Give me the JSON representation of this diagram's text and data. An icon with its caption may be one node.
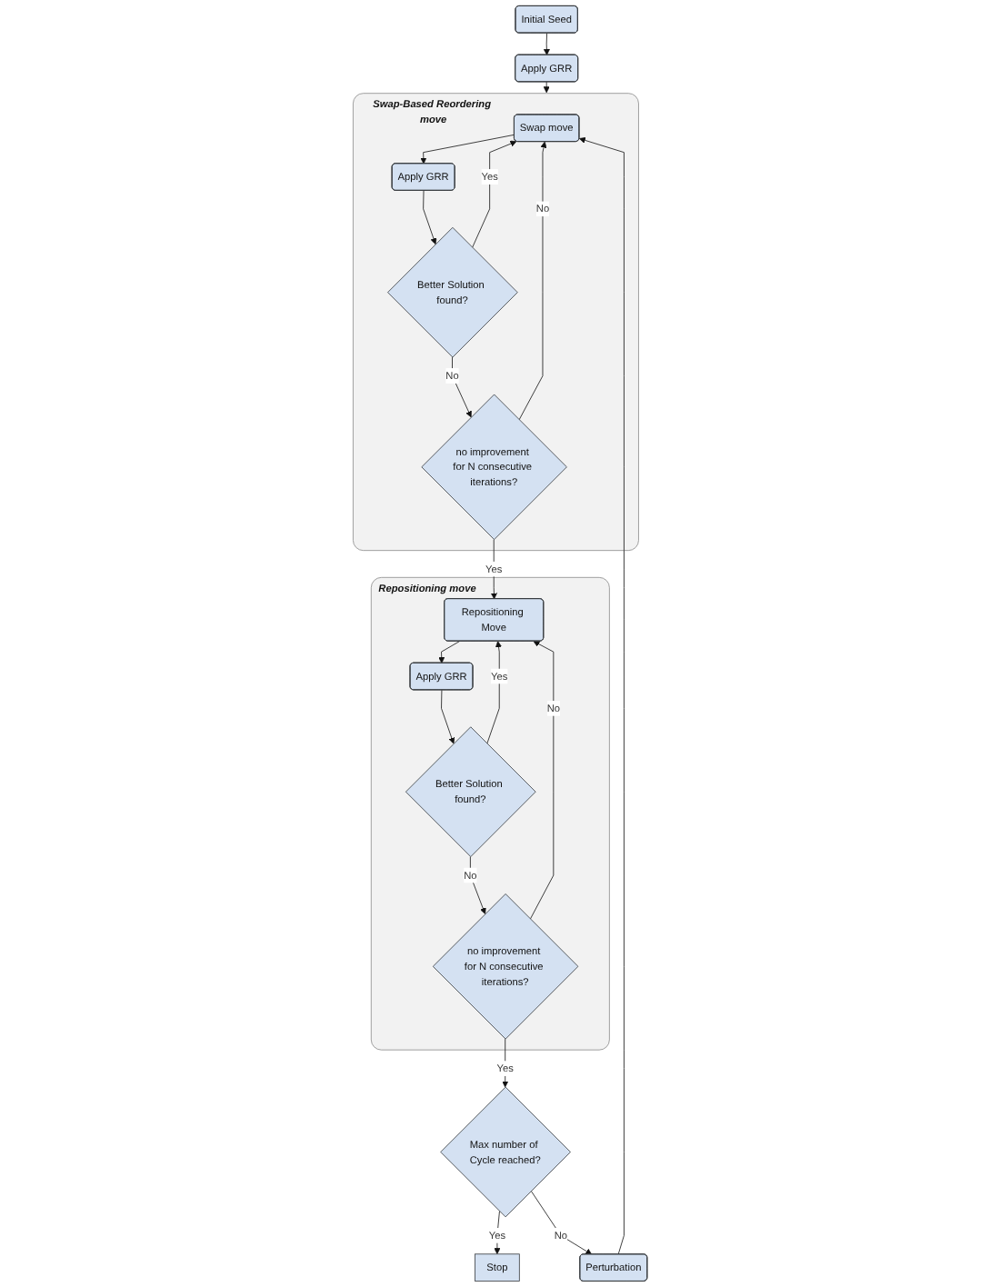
{
  "diagram": {
    "nodes": [
      {
        "text": [
          "Initial Seed"
        ]
      },
      {
        "text": [
          "Apply GRR"
        ]
      },
      {
        "text": [
          "Swap-Based Reordering move"
        ]
      },
      {
        "text": [
          "Swap move"
        ],
        "in": 2
      },
      {
        "text": [
          "Apply GRR"
        ],
        "in": 2
      },
      {
        "text": [
          "Better Solution found?"
        ],
        "in": 2
      },
      {
        "text": [
          "no improvement for N consecutive iterations?"
        ],
        "in": 2
      },
      {
        "text": [
          "Repositioning move"
        ]
      },
      {
        "text": [
          "no improvement for N consecutive iterations?"
        ],
        "in": 7
      },
      {
        "text": [
          "Better Solution found?"
        ],
        "in": 7
      },
      {
        "text": [
          "Apply GRR"
        ],
        "in": 7
      },
      {
        "text": [
          "Repositioning Move"
        ],
        "in": 7
      },
      {
        "text": [
          "Max number of Cycle reached?"
        ]
      },
      {
        "text": [
          "Stop"
        ]
      },
      {
        "text": [
          "Perturbation"
        ]
      }
    ],
    "edges": [
      {
        "from": 0,
        "to": 1,
        "arrow": "to"
      },
      {
        "from": 1,
        "to": 2,
        "arrow": "to"
      },
      {
        "from": 3,
        "to": 4,
        "arrow": "to"
      },
      {
        "from": 4,
        "to": 5,
        "arrow": "to"
      },
      {
        "from": 5,
        "to": 3,
        "label": "Yes",
        "arrow": "to"
      },
      {
        "from": 5,
        "to": 6,
        "label": "No",
        "arrow": "to"
      },
      {
        "from": 6,
        "to": 3,
        "label": "No",
        "arrow": "to"
      },
      {
        "from": 6,
        "to": 11,
        "label": "Yes",
        "arrow": "to"
      },
      {
        "from": 11,
        "to": 10,
        "arrow": "to"
      },
      {
        "from": 10,
        "to": 9,
        "arrow": "to"
      },
      {
        "from": 9,
        "to": 11,
        "label": "Yes",
        "arrow": "to"
      },
      {
        "from": 9,
        "to": 8,
        "label": "No",
        "arrow": "to"
      },
      {
        "from": 8,
        "to": 11,
        "label": "No",
        "arrow": "to"
      },
      {
        "from": 8,
        "to": 12,
        "label": "Yes",
        "arrow": "to"
      },
      {
        "from": 12,
        "to": 13,
        "label": "Yes",
        "arrow": "to"
      },
      {
        "from": 12,
        "to": 14,
        "label": "No",
        "arrow": "to"
      },
      {
        "from": 14,
        "to": 3,
        "arrow": "to"
      }
    ]
  }
}
